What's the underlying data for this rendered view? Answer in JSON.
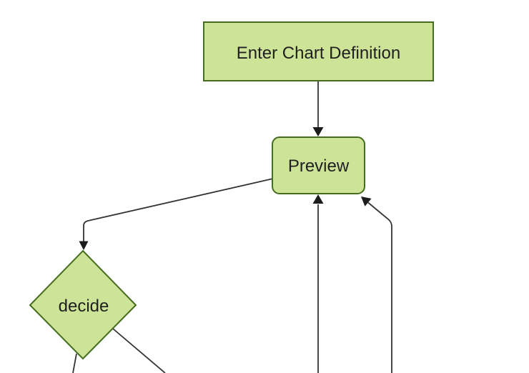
{
  "diagram": {
    "type": "flowchart",
    "orientation": "top-down",
    "nodes": [
      {
        "id": "enter-chart-definition",
        "label": "Enter Chart Definition",
        "shape": "rectangle"
      },
      {
        "id": "preview",
        "label": "Preview",
        "shape": "rounded-rectangle"
      },
      {
        "id": "decide",
        "label": "decide",
        "shape": "diamond"
      }
    ],
    "edges": [
      {
        "from": "enter-chart-definition",
        "to": "preview",
        "arrow": true
      },
      {
        "from": "preview",
        "to": "decide",
        "arrow": true
      },
      {
        "from": "offscreen-bottom",
        "to": "preview",
        "arrow": true
      },
      {
        "from": "offscreen-bottom",
        "to": "preview-bottom-right-corner",
        "arrow": true
      },
      {
        "from": "decide",
        "to": "offscreen-bottom-left",
        "arrow": false
      },
      {
        "from": "decide",
        "to": "offscreen-bottom-right",
        "arrow": false
      }
    ]
  },
  "theme": {
    "node_fill": "#cde498",
    "node_stroke": "#466d1e",
    "edge_color": "#333333",
    "arrowhead_color": "#1c1c1c",
    "text_color": "#1f1f1f",
    "background": "#ffffff"
  }
}
